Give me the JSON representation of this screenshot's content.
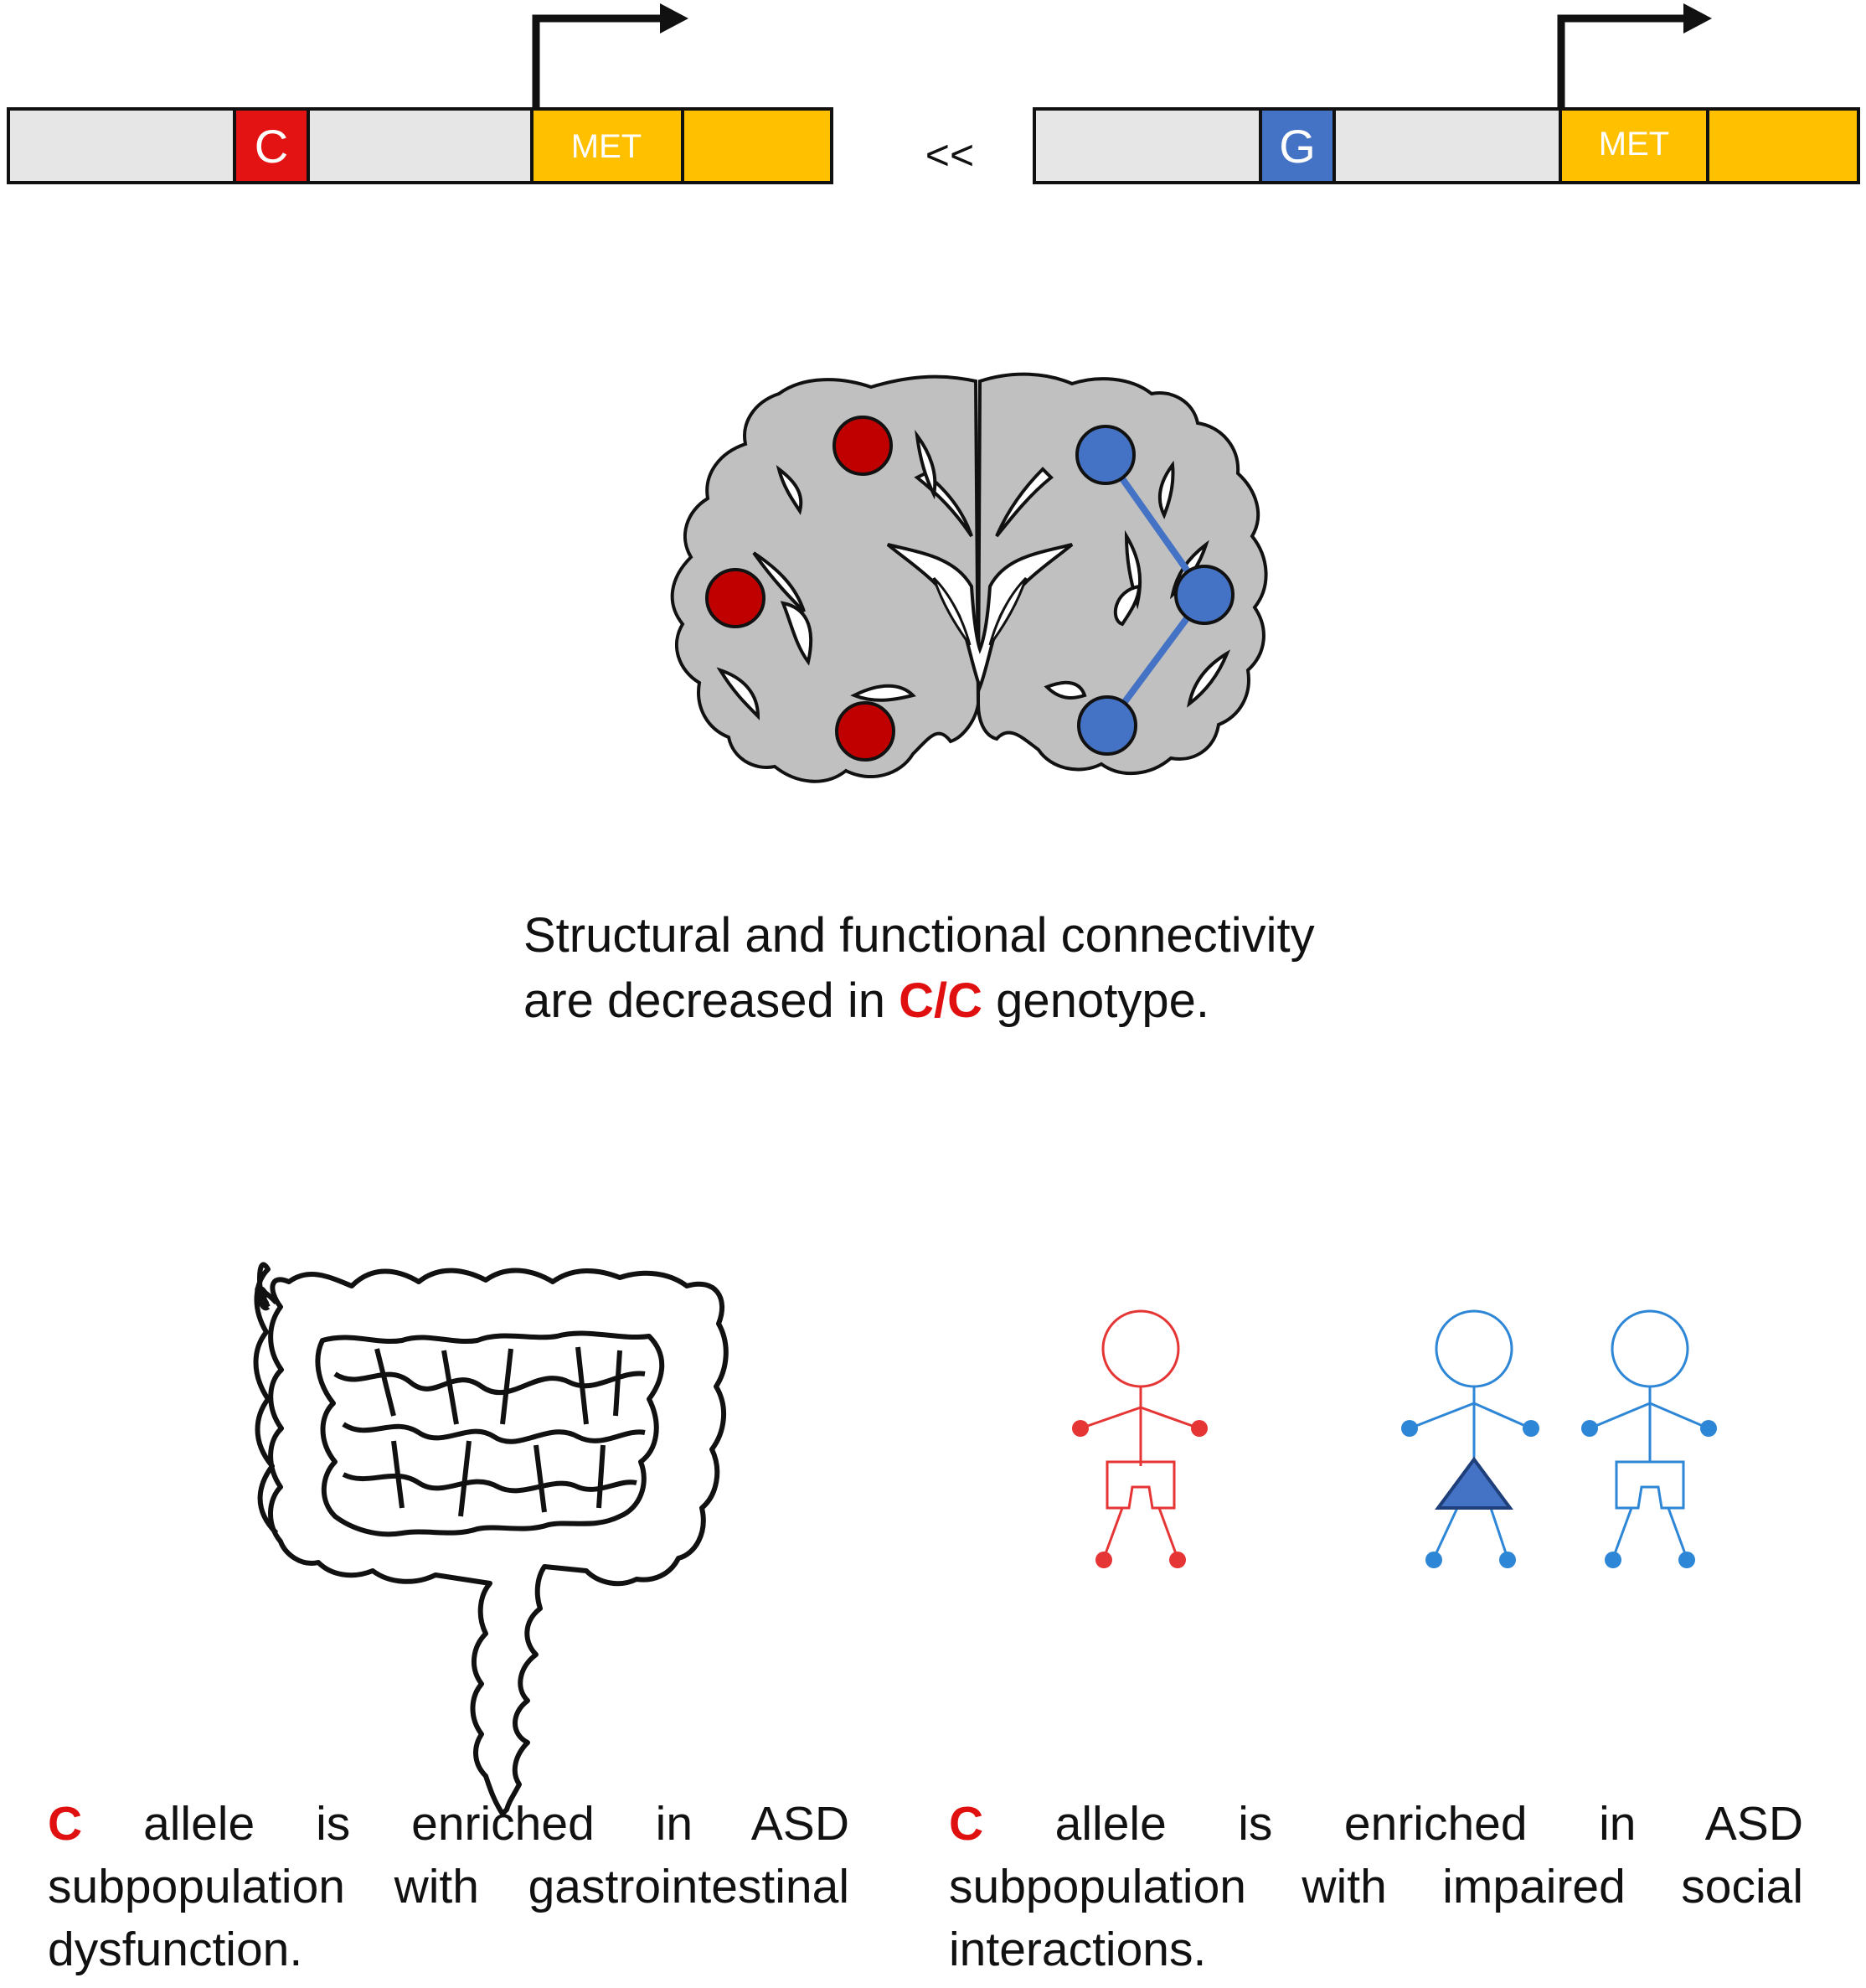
{
  "genes": {
    "left_allele": "C",
    "right_allele": "G",
    "gene_label": "MET",
    "comparison": "<<"
  },
  "captions": {
    "brain": {
      "line1": "Structural and functional connectivity",
      "line2_pre": "are decreased in ",
      "line2_genotype": "C/C",
      "line2_post": " genotype."
    },
    "gut": {
      "allele": "C",
      "text": " allele is enriched in ASD subpopulation with gastrointestinal dysfunction."
    },
    "social": {
      "allele": "C",
      "text": " allele is enriched in ASD subpopulation with impaired social interactions."
    }
  },
  "colors": {
    "red_allele": "#e31313",
    "blue_allele": "#4472c4",
    "gene": "#ffc000",
    "promoter": "#e6e6e6",
    "brain_gray": "#c0c0c0",
    "dark_red_region": "#c00000",
    "blue_region": "#4472c4",
    "figure_red": "#e53535",
    "figure_blue": "#2e86d6"
  }
}
